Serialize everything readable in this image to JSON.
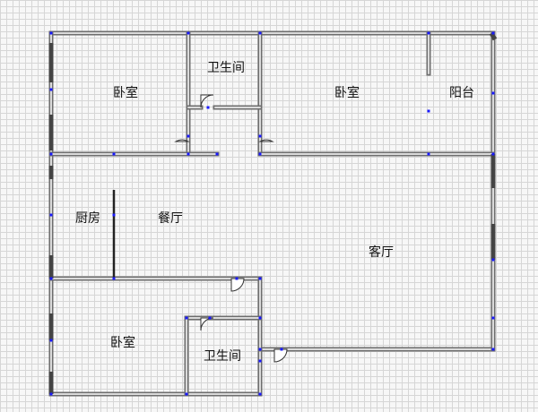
{
  "plan": {
    "rooms": {
      "bedroom_top_left": "卧室",
      "bathroom_top": "卫生间",
      "bedroom_top_right": "卧室",
      "balcony": "阳台",
      "kitchen": "厨房",
      "dining": "餐厅",
      "living": "客厅",
      "bedroom_bottom_left": "卧室",
      "bathroom_bottom": "卫生间"
    },
    "colors": {
      "wall": "#6e6e6e",
      "wall_core": "#ffffff",
      "marker": "#1a1aff",
      "grid": "#d6d6d6",
      "background": "#f7f7f7"
    }
  }
}
